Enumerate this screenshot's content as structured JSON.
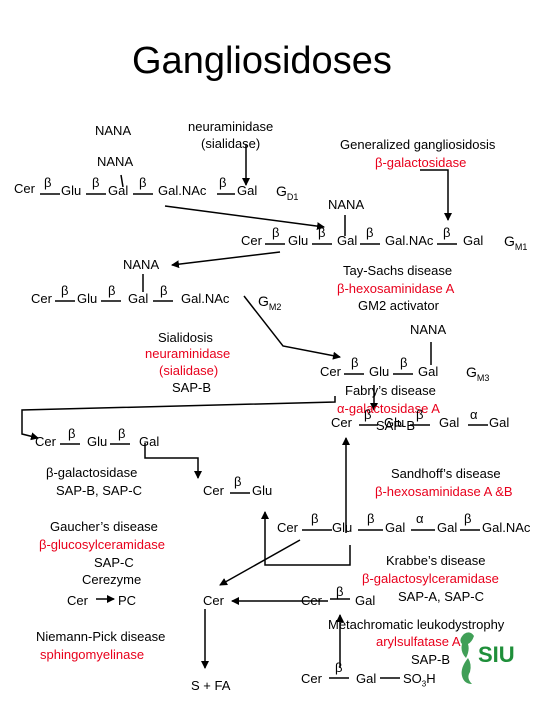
{
  "title": "Gangliosidoses",
  "colors": {
    "accent": "#e8001c",
    "logo": "#1f8f3a"
  },
  "labels": {
    "nana_1": "NANA",
    "neuraminidase_1": "neuraminidase",
    "sialidase_1": "(sialidase)",
    "generalized": "Generalized gangliosidosis",
    "bgal_enzyme_1": "β-galactosidase",
    "nana_2": "NANA",
    "gd1_G": "G",
    "gd1_sub": "D1",
    "nana_3": "NANA",
    "gm1_G": "G",
    "gm1_sub": "M1",
    "nana_4": "NANA",
    "tay_sachs": "Tay-Sachs disease",
    "hexa_1": "β-hexosaminidase A",
    "gm2_activator": "GM2 activator",
    "gm2_G": "G",
    "gm2_sub": "M2",
    "sialidosis": "Sialidosis",
    "neuraminidase_2": "neuraminidase",
    "sialidase_2": "(sialidase)",
    "sapb_1": "SAP-B",
    "nana_5": "NANA",
    "gm3_G": "G",
    "gm3_sub": "M3",
    "fabry": "Fabry’s disease",
    "agal": "α-galactosidase A",
    "sapb_2": "SAP-B",
    "bgal_enzyme_2": "β-galactosidase",
    "sapbc": "SAP-B, SAP-C",
    "sandhoff": "Sandhoff’s disease",
    "hexab": "β-hexosaminidase A &B",
    "gaucher": "Gaucher’s disease",
    "glucocer": "β-glucosylceramidase",
    "sapc": "SAP-C",
    "cerezyme": "Cerezyme",
    "krabbe": "Krabbe’s disease",
    "galcer": "β-galactosylceramidase",
    "sapac": "SAP-A, SAP-C",
    "pc": "PC",
    "niemann": "Niemann-Pick disease",
    "sphingo": "sphingomyelinase",
    "metachromatic": "Metachromatic leukodystrophy",
    "arylsulf": "arylsulfatase A",
    "sapb_3": "SAP-B",
    "sfa": "S + FA",
    "so3": "SO",
    "so3_sub": "3",
    "so3_h": "H",
    "logo_text": "SIU"
  },
  "mol": {
    "cer": "Cer",
    "glu": "Glu",
    "gal": "Gal",
    "galnac": "Gal.NAc",
    "beta": "β",
    "alpha": "α"
  }
}
